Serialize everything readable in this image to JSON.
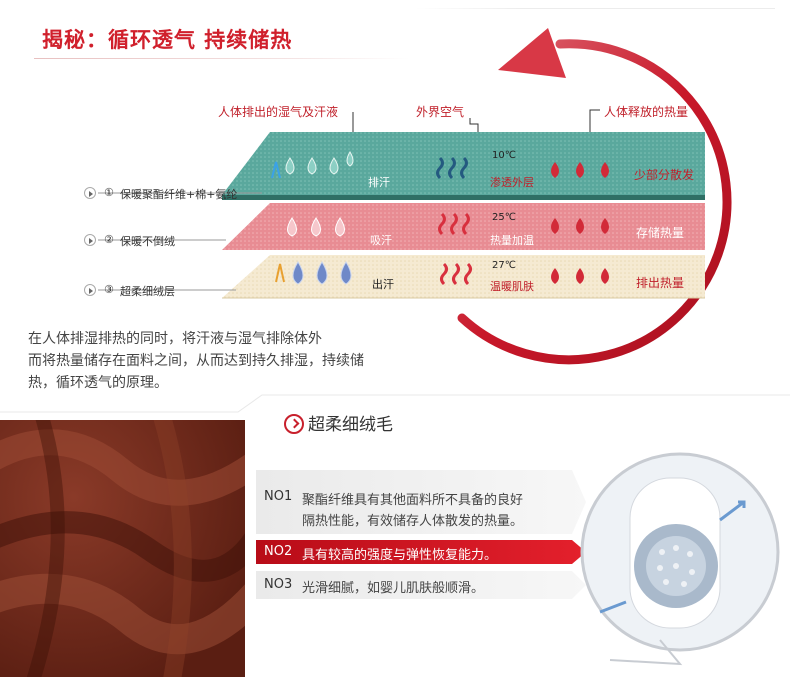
{
  "header": {
    "title": "揭秘：循环透气 持续储热"
  },
  "diagram": {
    "callouts": {
      "moisture": "人体排出的湿气及汗液",
      "outside_air": "外界空气",
      "body_heat": "人体释放的热量"
    },
    "layers": [
      {
        "label": "保暖聚酯纤维+棉+氨纶",
        "number": "①",
        "sweat": "排汗",
        "temp": "10℃",
        "air": "渗透外层",
        "heat": "少部分散发"
      },
      {
        "label": "保暖不倒绒",
        "number": "②",
        "sweat": "吸汗",
        "temp": "25℃",
        "air": "热量加温",
        "heat": "存储热量"
      },
      {
        "label": "超柔细绒层",
        "number": "③",
        "sweat": "出汗",
        "temp": "27℃",
        "air": "温暖肌肤",
        "heat": "排出热量"
      }
    ],
    "colors": {
      "accent": "#d0202c",
      "teal": "#4e9c92",
      "pink": "#e4838a",
      "cream": "#f6edd6"
    }
  },
  "description": {
    "lines": [
      "在人体排湿排热的同时，将汗液与湿气排除体外",
      "而将热量储存在面料之间，从而达到持久排湿，持续储",
      "热，循环透气的原理。"
    ]
  },
  "features": {
    "title": "超柔细绒毛",
    "items": [
      {
        "no": "NO1",
        "text": "聚酯纤维具有其他面料所不具备的良好",
        "text2": "隔热性能，有效储存人体散发的热量。"
      },
      {
        "no": "NO2",
        "text": "具有较高的强度与弹性恢复能力。"
      },
      {
        "no": "NO3",
        "text": "光滑细腻，如婴儿肌肤般顺滑。"
      }
    ]
  }
}
